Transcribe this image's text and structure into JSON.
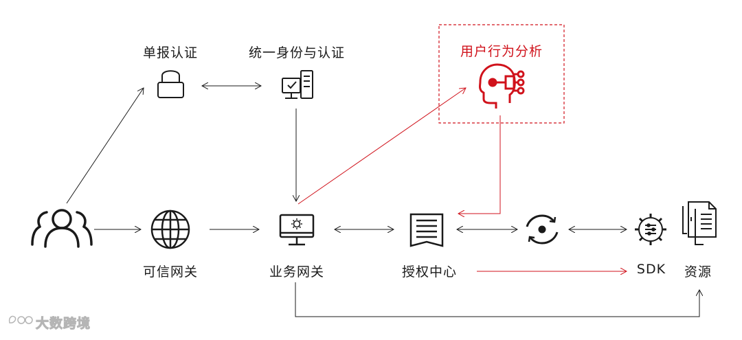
{
  "nodes": {
    "single_auth": "单报认证",
    "unified_identity": "统一身份与认证",
    "behavior_analysis": "用户行为分析",
    "trusted_gateway": "可信网关",
    "business_gateway": "业务网关",
    "auth_center": "授权中心",
    "sdk": "SDK",
    "resource": "资源"
  },
  "watermark": "大数跨境",
  "colors": {
    "accent": "#d0121b",
    "line": "#1a1a1a",
    "icon": "#1a1a1a"
  }
}
